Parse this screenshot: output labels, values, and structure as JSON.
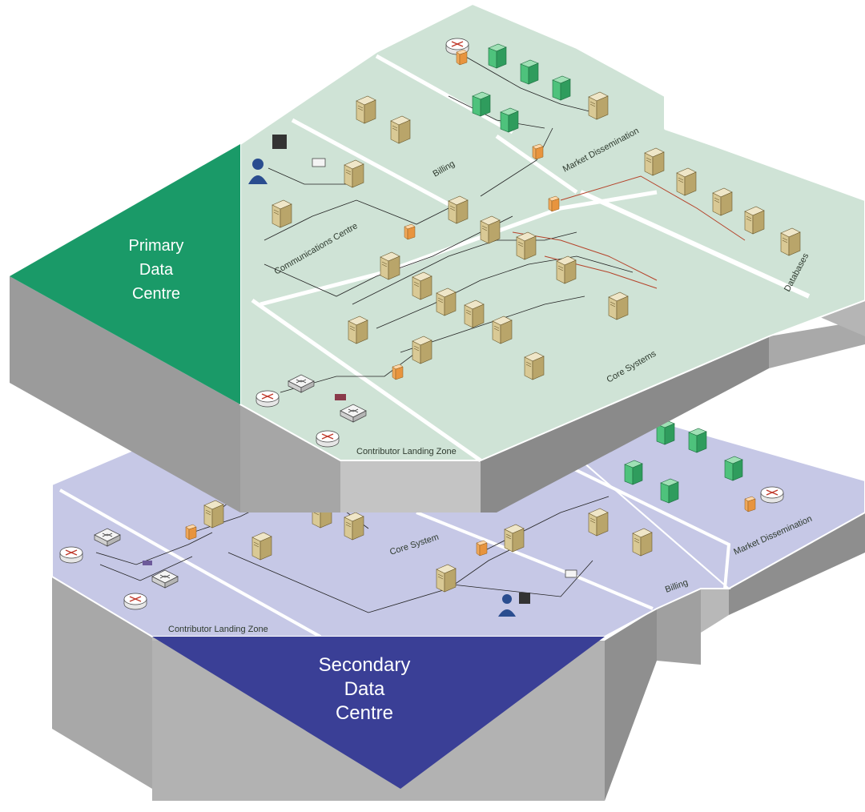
{
  "primary": {
    "title_lines": [
      "Primary",
      "Data",
      "Centre"
    ],
    "zones": {
      "billing": "Billing",
      "market": "Market Dissemination",
      "communications": "Communications Centre",
      "databases": "Databases",
      "core": "Core Systems",
      "landing": "Contributor Landing Zone"
    }
  },
  "secondary": {
    "title_lines": [
      "Secondary",
      "Data",
      "Centre"
    ],
    "zones": {
      "landing": "Contributor Landing Zone",
      "core": "Core System",
      "billing": "Billing",
      "market": "Market Dissemination"
    }
  },
  "colors": {
    "primary_accent": "#1a9a68",
    "secondary_accent": "#3a3f96",
    "primary_slab_top": "#cfe3d6",
    "secondary_slab_top": "#c6c8e6",
    "slab_side": "#9b9b9b",
    "slab_side_dark": "#7f7f7f",
    "link_line": "#222222",
    "db_link_line": "#b5432a"
  },
  "icons": [
    "server-icon",
    "router-icon",
    "switch-icon",
    "firewall-icon",
    "gateway-icon",
    "workstation-icon",
    "user-icon",
    "fax-icon"
  ]
}
